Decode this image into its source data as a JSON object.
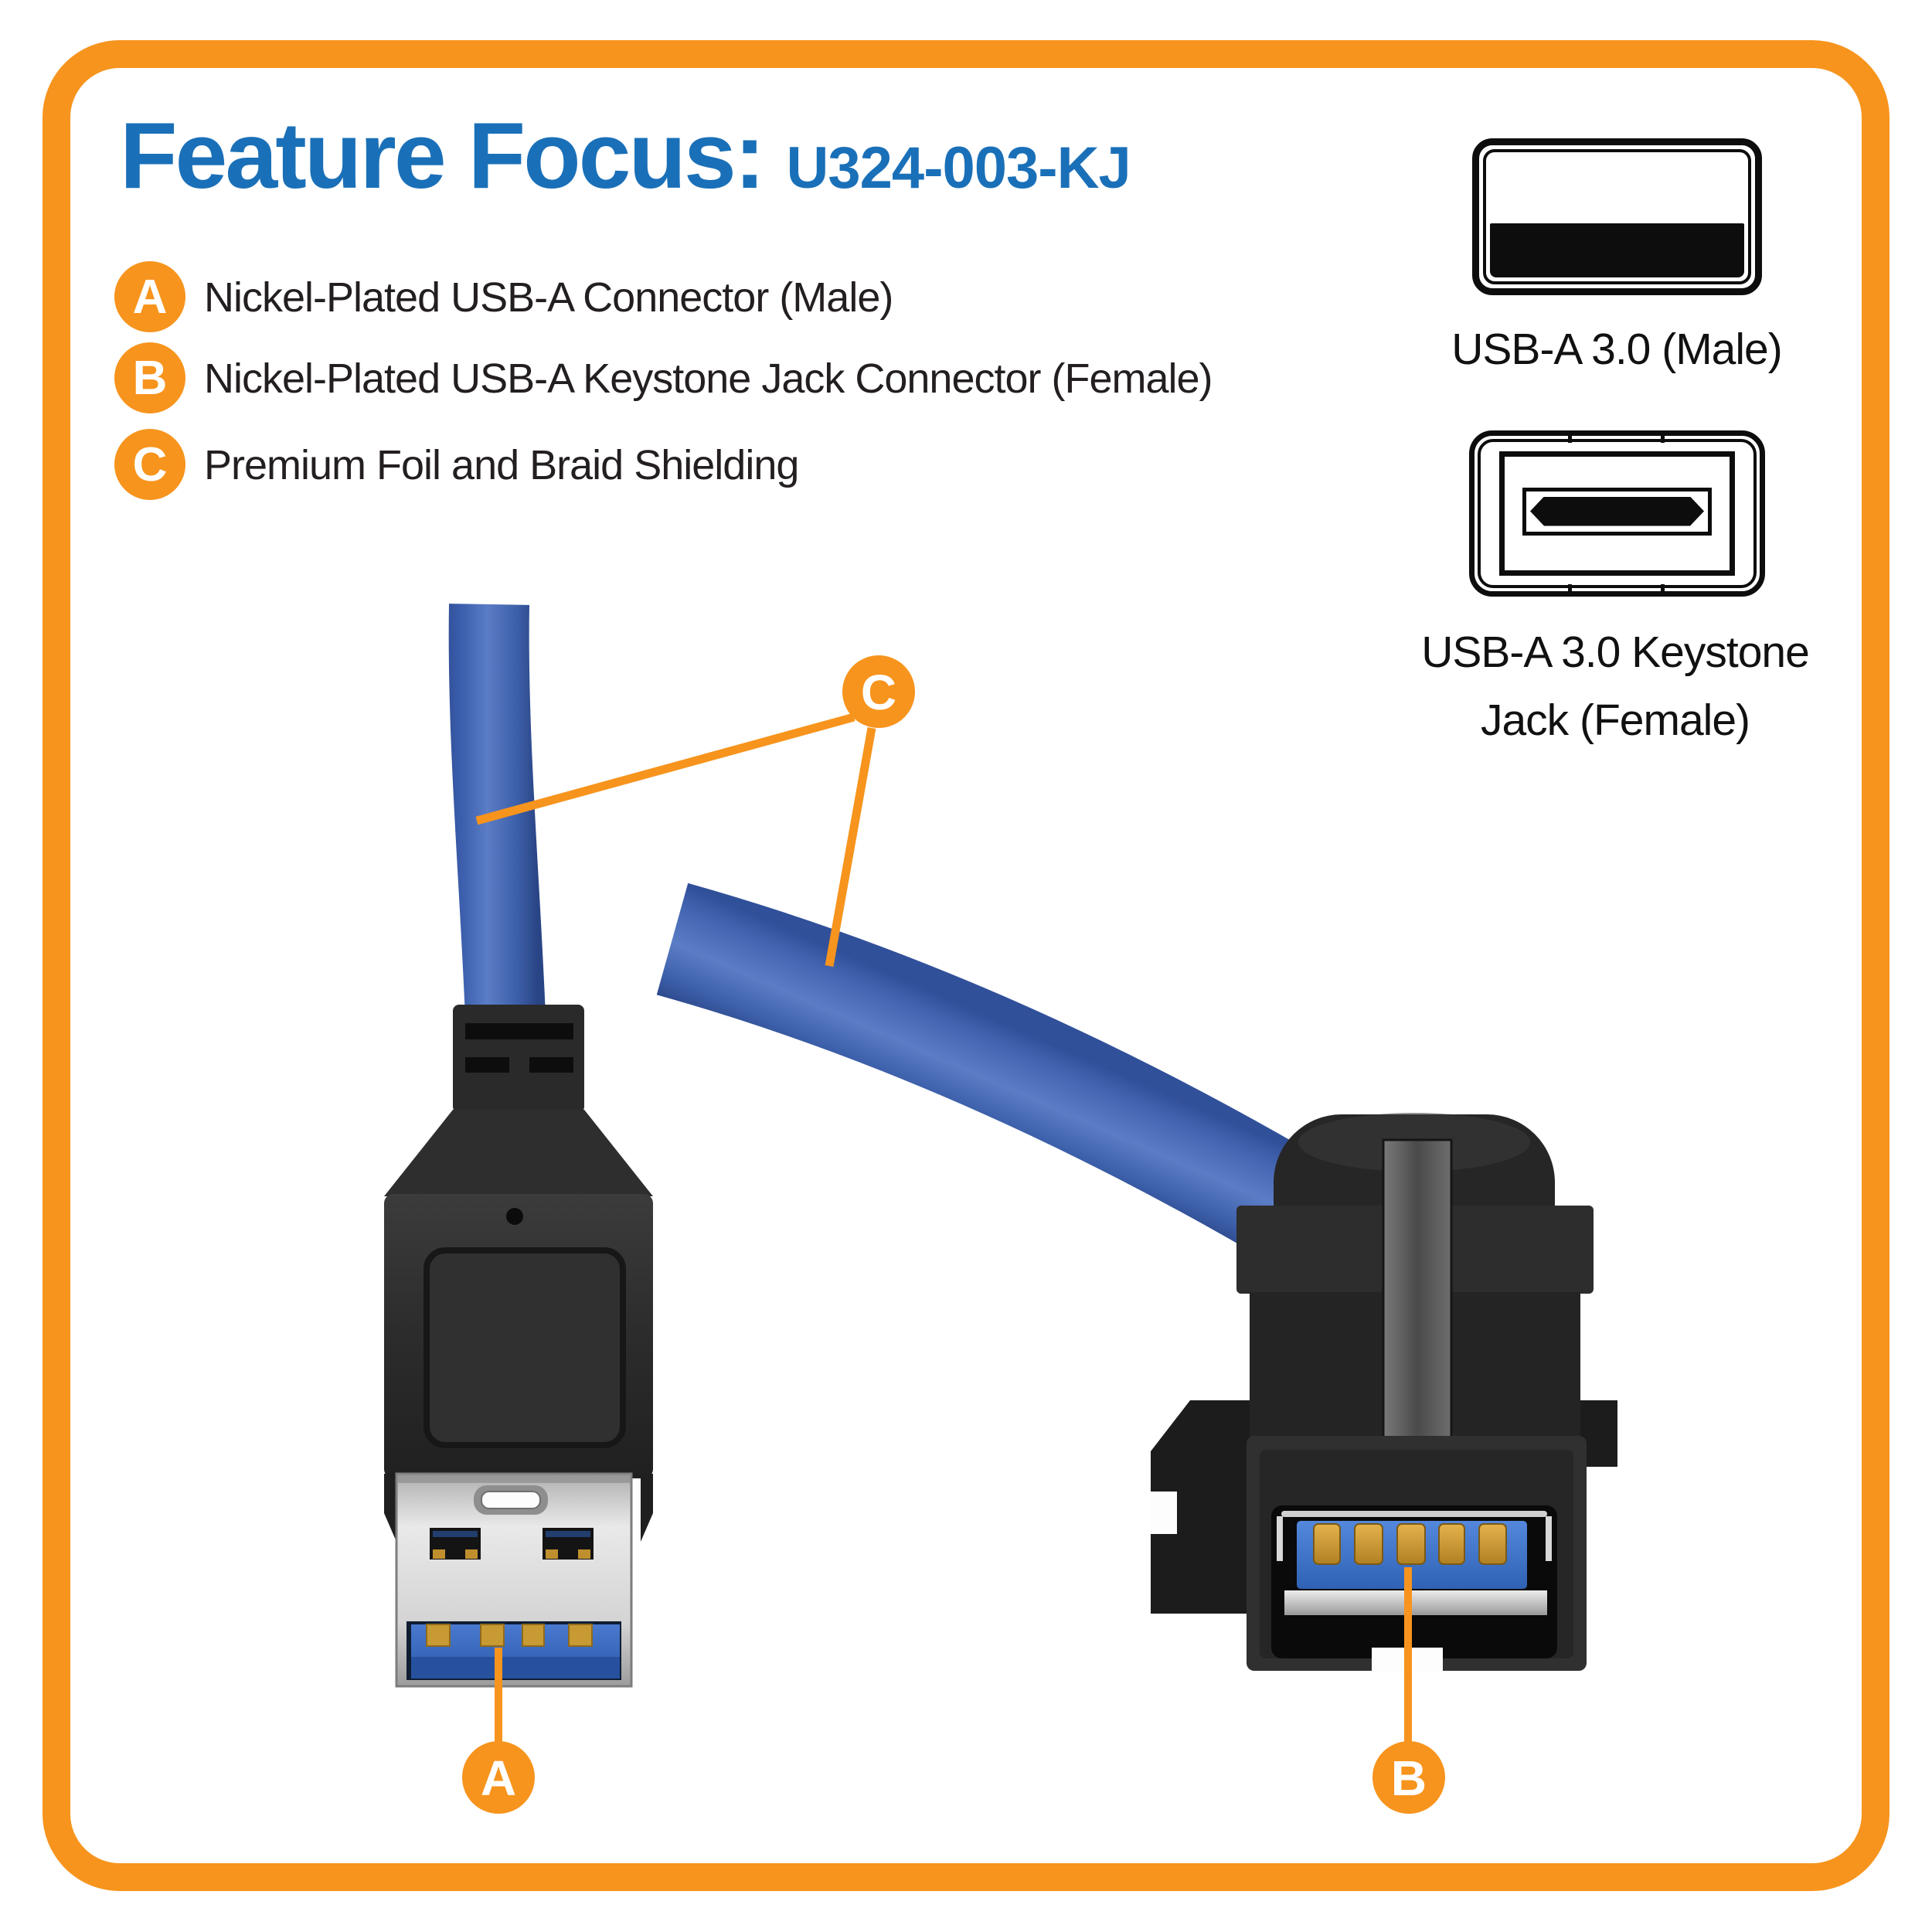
{
  "colors": {
    "accent_orange": "#F7941D",
    "title_blue": "#1A70B8",
    "body_text": "#231F20",
    "cable_blue": "#3F63AC",
    "tongue_blue": "#3A70C8",
    "contact_gold": "#C9962F"
  },
  "header": {
    "title": "Feature Focus:",
    "product_code": "U324-003-KJ"
  },
  "features": [
    {
      "letter": "A",
      "text": "Nickel-Plated USB-A Connector (Male)"
    },
    {
      "letter": "B",
      "text": "Nickel-Plated USB-A Keystone Jack Connector (Female)"
    },
    {
      "letter": "C",
      "text": "Premium Foil and Braid Shielding"
    }
  ],
  "connector_icons": {
    "male_label": "USB-A 3.0 (Male)",
    "keystone_label_line1": "USB-A 3.0 Keystone",
    "keystone_label_line2": "Jack (Female)"
  },
  "callouts": {
    "a": "A",
    "b": "B",
    "c": "C"
  }
}
